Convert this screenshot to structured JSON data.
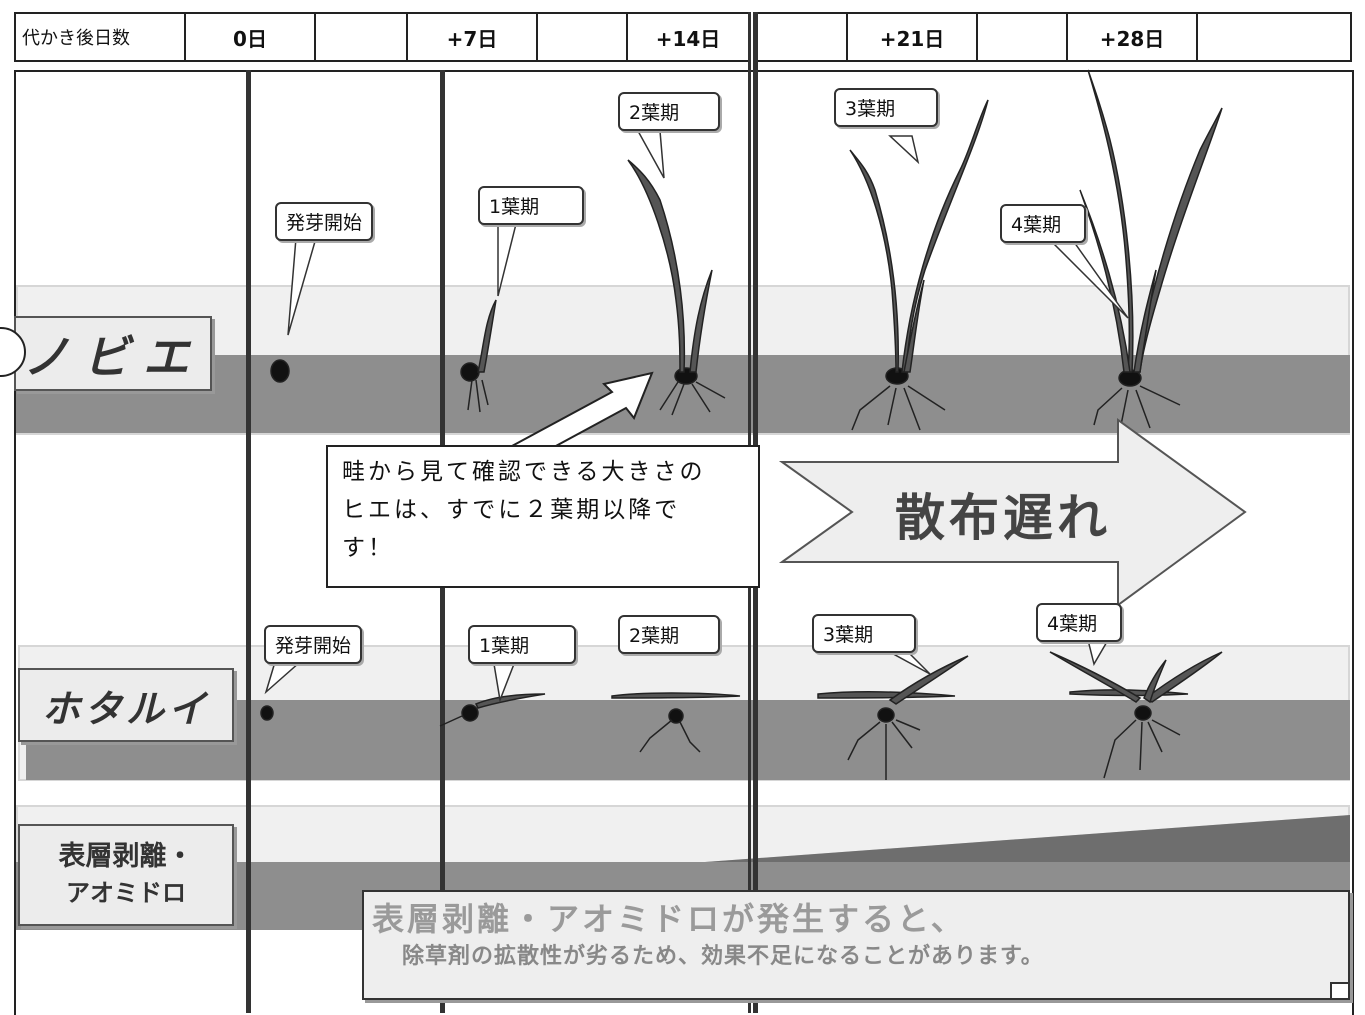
{
  "header": {
    "row_label": "代かき後日数",
    "day0": "0日",
    "day7": "+7日",
    "day14": "+14日",
    "day21": "+21日",
    "day28": "+28日"
  },
  "rows": {
    "nobie": "ノビエ",
    "hotarui": "ホタルイ",
    "algae_line1": "表層剥離・",
    "algae_line2": "アオミドロ"
  },
  "nobie_stages": {
    "germination": "発芽開始",
    "leaf1": "1葉期",
    "leaf2": "2葉期",
    "leaf3": "3葉期",
    "leaf4": "4葉期"
  },
  "hotarui_stages": {
    "germination": "発芽開始",
    "leaf1": "1葉期",
    "leaf2": "2葉期",
    "leaf3": "3葉期",
    "leaf4": "4葉期"
  },
  "note": {
    "line1": "畦から見て確認できる大きさの",
    "line2": "ヒエは、すでに２葉期以降で",
    "line3": "す！"
  },
  "late_arrow": "散布遅れ",
  "algae_warning": {
    "line1": "表層剥離・アオミドロが発生すると、",
    "line2": "除草剤の拡散性が劣るため、効果不足になることがあります。"
  },
  "colors": {
    "dark_band": "#8e8e8e",
    "light_band": "#f0f0f0",
    "plant": "#555555",
    "seed": "#111111"
  }
}
